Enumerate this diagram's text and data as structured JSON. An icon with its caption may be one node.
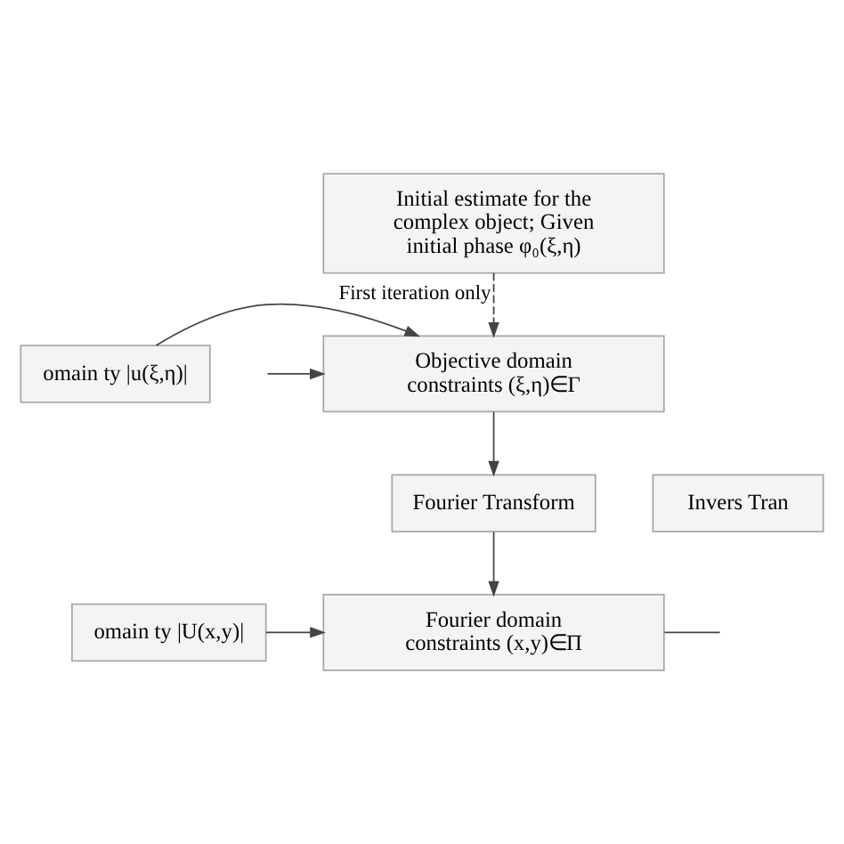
{
  "diagram": {
    "nodes": [
      {
        "text": [
          "Initial estimate for the complex object; Given initial phase φ₀(ξ,η)"
        ]
      },
      {
        "text": [
          "Objective domain constraints (ξ,η)∈Γ"
        ]
      },
      {
        "text": [
          "omain ty |u(ξ,η)|"
        ]
      },
      {
        "text": [
          "Fourier Transform"
        ]
      },
      {
        "text": [
          "Invers Tran"
        ]
      },
      {
        "text": [
          "omain ty |U(x,y)|"
        ]
      },
      {
        "text": [
          "Fourier domain constraints (x,y)∈Π"
        ]
      }
    ],
    "edges": [
      {
        "from": 0,
        "to": 1,
        "arrow": "to",
        "style": "dashed",
        "label": "First iteration only"
      },
      {
        "from": 2,
        "to": 1,
        "arrow": "to"
      },
      {
        "from": null,
        "to": 1,
        "arrow": "to"
      },
      {
        "from": 1,
        "to": 3,
        "arrow": "to"
      },
      {
        "from": 3,
        "to": 6,
        "arrow": "to"
      },
      {
        "from": 5,
        "to": 6,
        "arrow": "to"
      },
      {
        "from": 6,
        "to": null,
        "arrow": "none"
      }
    ]
  }
}
